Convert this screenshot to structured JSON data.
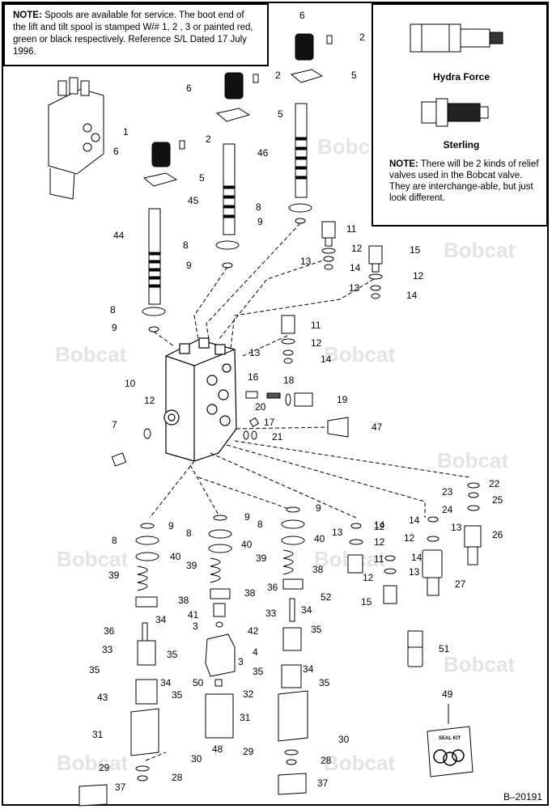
{
  "notes": {
    "spools_label": "NOTE:",
    "spools_text": "Spools are available for service.  The boot end of the lift and tilt spool is stamped W/# 1, 2 , 3 or painted red, green or black respectively.  Reference S/L Dated 17 July 1996.",
    "hydra_force_label": "Hydra Force",
    "sterling_label": "Sterling",
    "relief_label": "NOTE:",
    "relief_text": "There will be 2 kinds of relief valves used in the Bobcat valve.  They are interchange-able, but just look different."
  },
  "watermark": "Bobcat",
  "seal_kit_label": "SEAL KIT",
  "drawing_number": "B–20191",
  "callouts": [
    {
      "id": "c1",
      "text": "1"
    },
    {
      "id": "c2a",
      "text": "2"
    },
    {
      "id": "c2b",
      "text": "2"
    },
    {
      "id": "c2c",
      "text": "2"
    },
    {
      "id": "c3a",
      "text": "3"
    },
    {
      "id": "c3b",
      "text": "3"
    },
    {
      "id": "c4",
      "text": "4"
    },
    {
      "id": "c5a",
      "text": "5"
    },
    {
      "id": "c5b",
      "text": "5"
    },
    {
      "id": "c5c",
      "text": "5"
    },
    {
      "id": "c6a",
      "text": "6"
    },
    {
      "id": "c6b",
      "text": "6"
    },
    {
      "id": "c6c",
      "text": "6"
    },
    {
      "id": "c7",
      "text": "7"
    },
    {
      "id": "c8a",
      "text": "8"
    },
    {
      "id": "c8b",
      "text": "8"
    },
    {
      "id": "c8c",
      "text": "8"
    },
    {
      "id": "c8d",
      "text": "8"
    },
    {
      "id": "c8e",
      "text": "8"
    },
    {
      "id": "c8f",
      "text": "8"
    },
    {
      "id": "c9a",
      "text": "9"
    },
    {
      "id": "c9b",
      "text": "9"
    },
    {
      "id": "c9c",
      "text": "9"
    },
    {
      "id": "c9d",
      "text": "9"
    },
    {
      "id": "c9e",
      "text": "9"
    },
    {
      "id": "c9f",
      "text": "9"
    },
    {
      "id": "c10",
      "text": "10"
    },
    {
      "id": "c11a",
      "text": "11"
    },
    {
      "id": "c11b",
      "text": "11"
    },
    {
      "id": "c11c",
      "text": "11"
    },
    {
      "id": "c12a",
      "text": "12"
    },
    {
      "id": "c12b",
      "text": "12"
    },
    {
      "id": "c12c",
      "text": "12"
    },
    {
      "id": "c12d",
      "text": "12"
    },
    {
      "id": "c12e",
      "text": "12"
    },
    {
      "id": "c12f",
      "text": "12"
    },
    {
      "id": "c12g",
      "text": "12"
    },
    {
      "id": "c12h",
      "text": "12"
    },
    {
      "id": "c13a",
      "text": "13"
    },
    {
      "id": "c13b",
      "text": "13"
    },
    {
      "id": "c13c",
      "text": "13"
    },
    {
      "id": "c13d",
      "text": "13"
    },
    {
      "id": "c13e",
      "text": "13"
    },
    {
      "id": "c13f",
      "text": "13"
    },
    {
      "id": "c14a",
      "text": "14"
    },
    {
      "id": "c14b",
      "text": "14"
    },
    {
      "id": "c14c",
      "text": "14"
    },
    {
      "id": "c14d",
      "text": "14"
    },
    {
      "id": "c14e",
      "text": "14"
    },
    {
      "id": "c14f",
      "text": "14"
    },
    {
      "id": "c15a",
      "text": "15"
    },
    {
      "id": "c15b",
      "text": "15"
    },
    {
      "id": "c16",
      "text": "16"
    },
    {
      "id": "c17",
      "text": "17"
    },
    {
      "id": "c18",
      "text": "18"
    },
    {
      "id": "c19",
      "text": "19"
    },
    {
      "id": "c20",
      "text": "20"
    },
    {
      "id": "c21",
      "text": "21"
    },
    {
      "id": "c22",
      "text": "22"
    },
    {
      "id": "c23",
      "text": "23"
    },
    {
      "id": "c24",
      "text": "24"
    },
    {
      "id": "c25",
      "text": "25"
    },
    {
      "id": "c26",
      "text": "26"
    },
    {
      "id": "c27",
      "text": "27"
    },
    {
      "id": "c28a",
      "text": "28"
    },
    {
      "id": "c28b",
      "text": "28"
    },
    {
      "id": "c29a",
      "text": "29"
    },
    {
      "id": "c29b",
      "text": "29"
    },
    {
      "id": "c30a",
      "text": "30"
    },
    {
      "id": "c30b",
      "text": "30"
    },
    {
      "id": "c31a",
      "text": "31"
    },
    {
      "id": "c31b",
      "text": "31"
    },
    {
      "id": "c32",
      "text": "32"
    },
    {
      "id": "c33a",
      "text": "33"
    },
    {
      "id": "c33b",
      "text": "33"
    },
    {
      "id": "c34a",
      "text": "34"
    },
    {
      "id": "c34b",
      "text": "34"
    },
    {
      "id": "c34c",
      "text": "34"
    },
    {
      "id": "c34d",
      "text": "34"
    },
    {
      "id": "c35a",
      "text": "35"
    },
    {
      "id": "c35b",
      "text": "35"
    },
    {
      "id": "c35c",
      "text": "35"
    },
    {
      "id": "c35d",
      "text": "35"
    },
    {
      "id": "c35e",
      "text": "35"
    },
    {
      "id": "c35f",
      "text": "35"
    },
    {
      "id": "c36a",
      "text": "36"
    },
    {
      "id": "c36b",
      "text": "36"
    },
    {
      "id": "c37a",
      "text": "37"
    },
    {
      "id": "c37b",
      "text": "37"
    },
    {
      "id": "c38a",
      "text": "38"
    },
    {
      "id": "c38b",
      "text": "38"
    },
    {
      "id": "c38c",
      "text": "38"
    },
    {
      "id": "c39a",
      "text": "39"
    },
    {
      "id": "c39b",
      "text": "39"
    },
    {
      "id": "c39c",
      "text": "39"
    },
    {
      "id": "c40a",
      "text": "40"
    },
    {
      "id": "c40b",
      "text": "40"
    },
    {
      "id": "c40c",
      "text": "40"
    },
    {
      "id": "c41",
      "text": "41"
    },
    {
      "id": "c42",
      "text": "42"
    },
    {
      "id": "c43",
      "text": "43"
    },
    {
      "id": "c44",
      "text": "44"
    },
    {
      "id": "c45",
      "text": "45"
    },
    {
      "id": "c46",
      "text": "46"
    },
    {
      "id": "c47",
      "text": "47"
    },
    {
      "id": "c48",
      "text": "48"
    },
    {
      "id": "c49",
      "text": "49"
    },
    {
      "id": "c50",
      "text": "50"
    },
    {
      "id": "c51",
      "text": "51"
    },
    {
      "id": "c52",
      "text": "52"
    }
  ]
}
